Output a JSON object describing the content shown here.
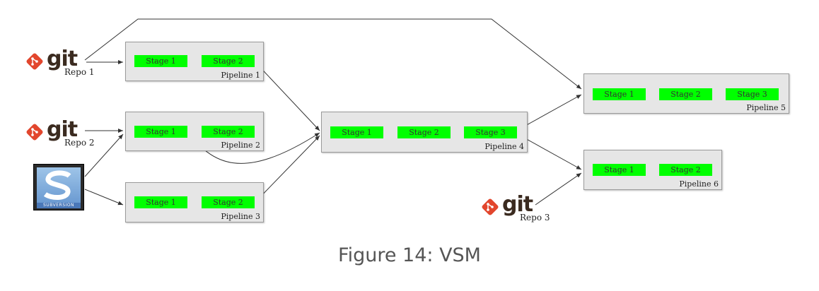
{
  "repos": {
    "repo1": {
      "logo_text": "git",
      "label": "Repo 1"
    },
    "repo2": {
      "logo_text": "git",
      "label": "Repo 2"
    },
    "repo3": {
      "logo_text": "git",
      "label": "Repo 3"
    },
    "svn": {
      "logo_text": "SUBVERSION"
    }
  },
  "pipelines": {
    "p1": {
      "label": "Pipeline 1",
      "stages": [
        "Stage 1",
        "Stage 2"
      ]
    },
    "p2": {
      "label": "Pipeline 2",
      "stages": [
        "Stage 1",
        "Stage 2"
      ]
    },
    "p3": {
      "label": "Pipeline 3",
      "stages": [
        "Stage 1",
        "Stage 2"
      ]
    },
    "p4": {
      "label": "Pipeline 4",
      "stages": [
        "Stage 1",
        "Stage 2",
        "Stage 3"
      ]
    },
    "p5": {
      "label": "Pipeline 5",
      "stages": [
        "Stage 1",
        "Stage 2",
        "Stage 3"
      ]
    },
    "p6": {
      "label": "Pipeline 6",
      "stages": [
        "Stage 1",
        "Stage 2"
      ]
    }
  },
  "colors": {
    "stage": "#00ff00",
    "pipeline_bg": "#e6e6e6",
    "git_red": "#e2462d"
  },
  "caption": "Figure 14: VSM"
}
